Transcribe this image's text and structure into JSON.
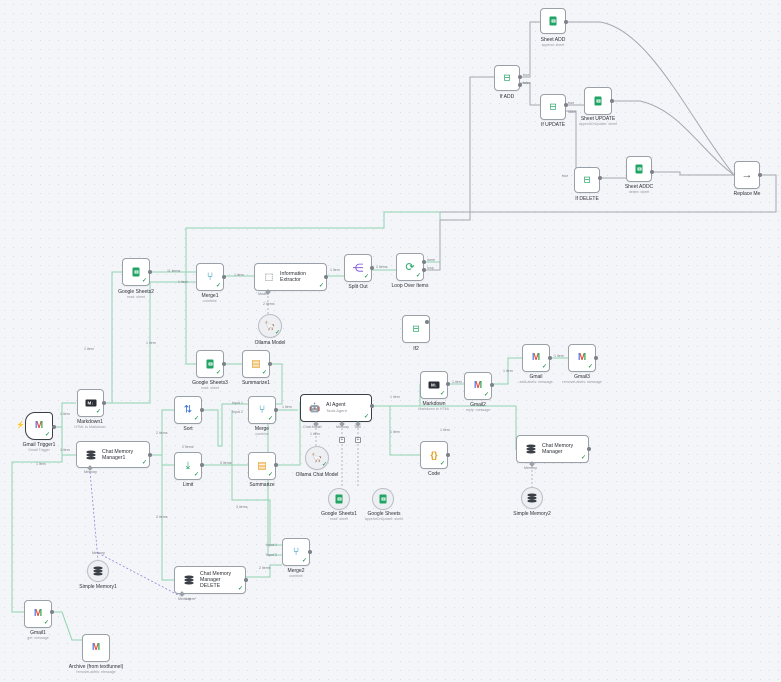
{
  "nodes": {
    "gmail_trigger": {
      "label": "Gmail Trigger1",
      "sub": "Gmail Trigger"
    },
    "markdown1": {
      "label": "Markdown1",
      "sub": "HTML to Markdown"
    },
    "gsheets2": {
      "label": "Google Sheets2",
      "sub": "read: sheet"
    },
    "merge1": {
      "label": "Merge1",
      "sub": "combine"
    },
    "info_extractor": {
      "label": "Information Extractor"
    },
    "split_out": {
      "label": "Split Out"
    },
    "loop": {
      "label": "Loop Over Items"
    },
    "if_add": {
      "label": "If ADD"
    },
    "if_update": {
      "label": "If UPDATE"
    },
    "if_delete": {
      "label": "If DELETE"
    },
    "sheet_add": {
      "label": "Sheet ADD",
      "sub": "append: sheet"
    },
    "sheet_update": {
      "label": "Sheet UPDATE",
      "sub": "appendOrUpdate: sheet"
    },
    "sheet_addc": {
      "label": "Sheet ADDC",
      "sub": "delete: sheet"
    },
    "replace_me": {
      "label": "Replace Me"
    },
    "ollama1": {
      "label": "Ollama Model"
    },
    "if2": {
      "label": "If2"
    },
    "gsheets3": {
      "label": "Google Sheets3",
      "sub": "read: sheet"
    },
    "summarize1": {
      "label": "Summarize1"
    },
    "chat_mem_mgr1": {
      "label": "Chat Memory Manager1"
    },
    "sort": {
      "label": "Sort"
    },
    "limit": {
      "label": "Limit"
    },
    "merge": {
      "label": "Merge",
      "sub": "combine"
    },
    "summarize": {
      "label": "Summarize"
    },
    "ai_agent": {
      "label": "AI Agent",
      "sub": "Tools Agent"
    },
    "ollama_chat": {
      "label": "Ollama Chat Model"
    },
    "gsheets1": {
      "label": "Google Sheets1",
      "sub": "read: sheet"
    },
    "gsheets": {
      "label": "Google Sheets",
      "sub": "appendOrUpdate: sheet"
    },
    "markdown": {
      "label": "Markdown",
      "sub": "Markdown to HTML"
    },
    "gmail2": {
      "label": "Gmail2",
      "sub": "reply: message"
    },
    "gmail": {
      "label": "Gmail",
      "sub": "addLabels: message"
    },
    "gmail3": {
      "label": "Gmail3",
      "sub": "removeLabels: message"
    },
    "code": {
      "label": "Code"
    },
    "chat_mem_mgr": {
      "label": "Chat Memory Manager"
    },
    "simple_mem2": {
      "label": "Simple Memory2"
    },
    "simple_mem1": {
      "label": "Simple Memory1"
    },
    "chat_mem_del": {
      "label": "Chat Memory Manager DELETE"
    },
    "merge2": {
      "label": "Merge2",
      "sub": "combine"
    },
    "gmail1": {
      "label": "Gmail1",
      "sub": "get: message"
    },
    "archive": {
      "label": "Archive (from textfunnel)",
      "sub": "removeLabels: message"
    }
  },
  "edge_labels": {
    "one_item": "1 item",
    "items_2": "2 items",
    "items_3": "3 items",
    "items_11": "11 items",
    "done": "done",
    "loop": "loop",
    "true": "true",
    "false": "false",
    "input1": "Input 1",
    "input2": "Input 2",
    "model": "Model",
    "chat_model": "Chat Model",
    "memory": "Memory",
    "tool": "Tool",
    "one_item_star": "1 item*"
  },
  "colors": {
    "wire": "#8fd3b0",
    "wire_gray": "#a4a8b0",
    "check": "#2f9e5b",
    "sheets": "#1fa463"
  }
}
